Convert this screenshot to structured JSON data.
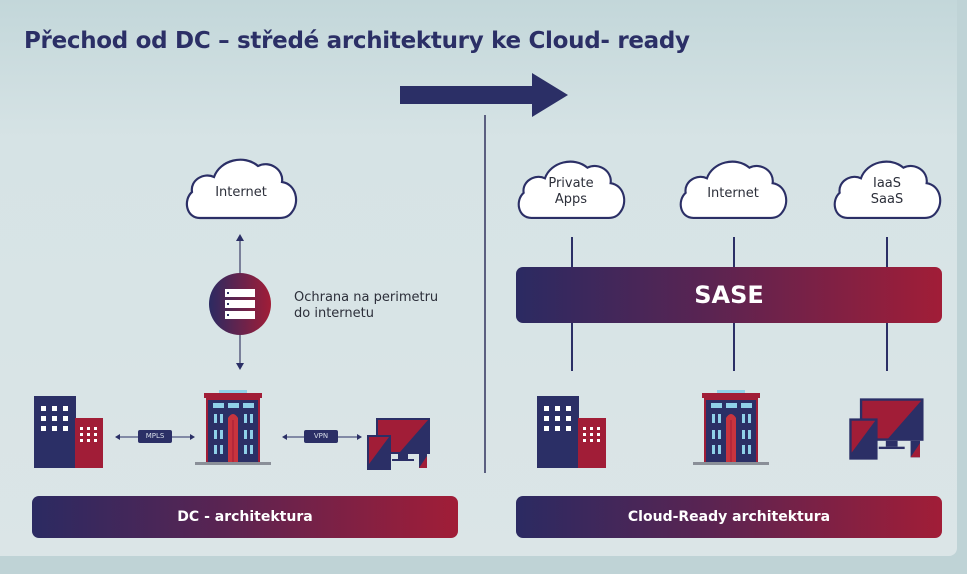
{
  "title": "Přechod od DC – středé architektury ke Cloud- ready",
  "colors": {
    "navy": "#2b2f66",
    "crimson": "#a11d37",
    "background": "#d6e3e5",
    "window_blue": "#8fd0e8"
  },
  "left": {
    "cloud_label": "Internet",
    "firewall_icon": "server-stack-icon",
    "perimeter_label_line1": "Ochrana na perimetru",
    "perimeter_label_line2": "do internetu",
    "links": [
      {
        "label": "MPLS"
      },
      {
        "label": "VPN"
      }
    ],
    "nodes": [
      "branch-office-icon",
      "datacenter-building-icon",
      "devices-icon"
    ],
    "footer_label": "DC -  architektura"
  },
  "right": {
    "clouds": [
      {
        "line1": "Private",
        "line2": "Apps"
      },
      {
        "line1": "Internet",
        "line2": ""
      },
      {
        "line1": "IaaS",
        "line2": "SaaS"
      }
    ],
    "sase_label": "SASE",
    "nodes": [
      "branch-office-icon",
      "datacenter-building-icon",
      "devices-icon"
    ],
    "footer_label": "Cloud-Ready architektura"
  }
}
